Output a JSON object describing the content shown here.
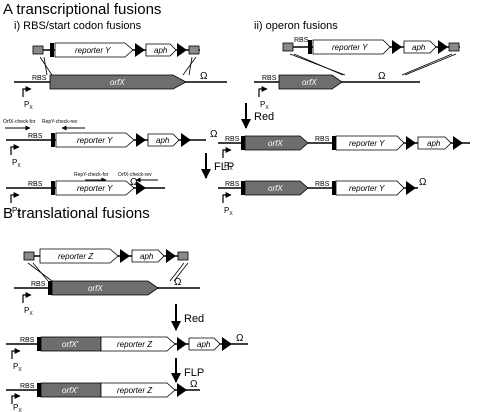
{
  "headings": {
    "transcriptional": "A transcriptional fusions",
    "rbs_start": "i) RBS/start codon fusions",
    "operon": "ii) operon fusions",
    "translational": "B translational fusions"
  },
  "labels": {
    "rbs": "RBS",
    "orfx": "orfX",
    "orfx_prime": "orfX'",
    "reporter_y": "reporter Y",
    "reporter_z": "reporter Z",
    "aph": "aph",
    "omega": "Ω",
    "promoter_p": "P",
    "promoter_sub": "X"
  },
  "steps": {
    "red": "Red",
    "flp": "FLP"
  },
  "primers": {
    "orfx_check_for": "OrfX-check-for",
    "repy_check_rev": "RepY-check-rev",
    "repy_check_for": "RepY-check-for",
    "orfx_check_rev": "OrfX-check-rev"
  },
  "colors": {
    "orfx_fill": "#6e6e6e",
    "homology_fill": "#8a8a8a",
    "line": "#000000",
    "background": "#ffffff"
  }
}
